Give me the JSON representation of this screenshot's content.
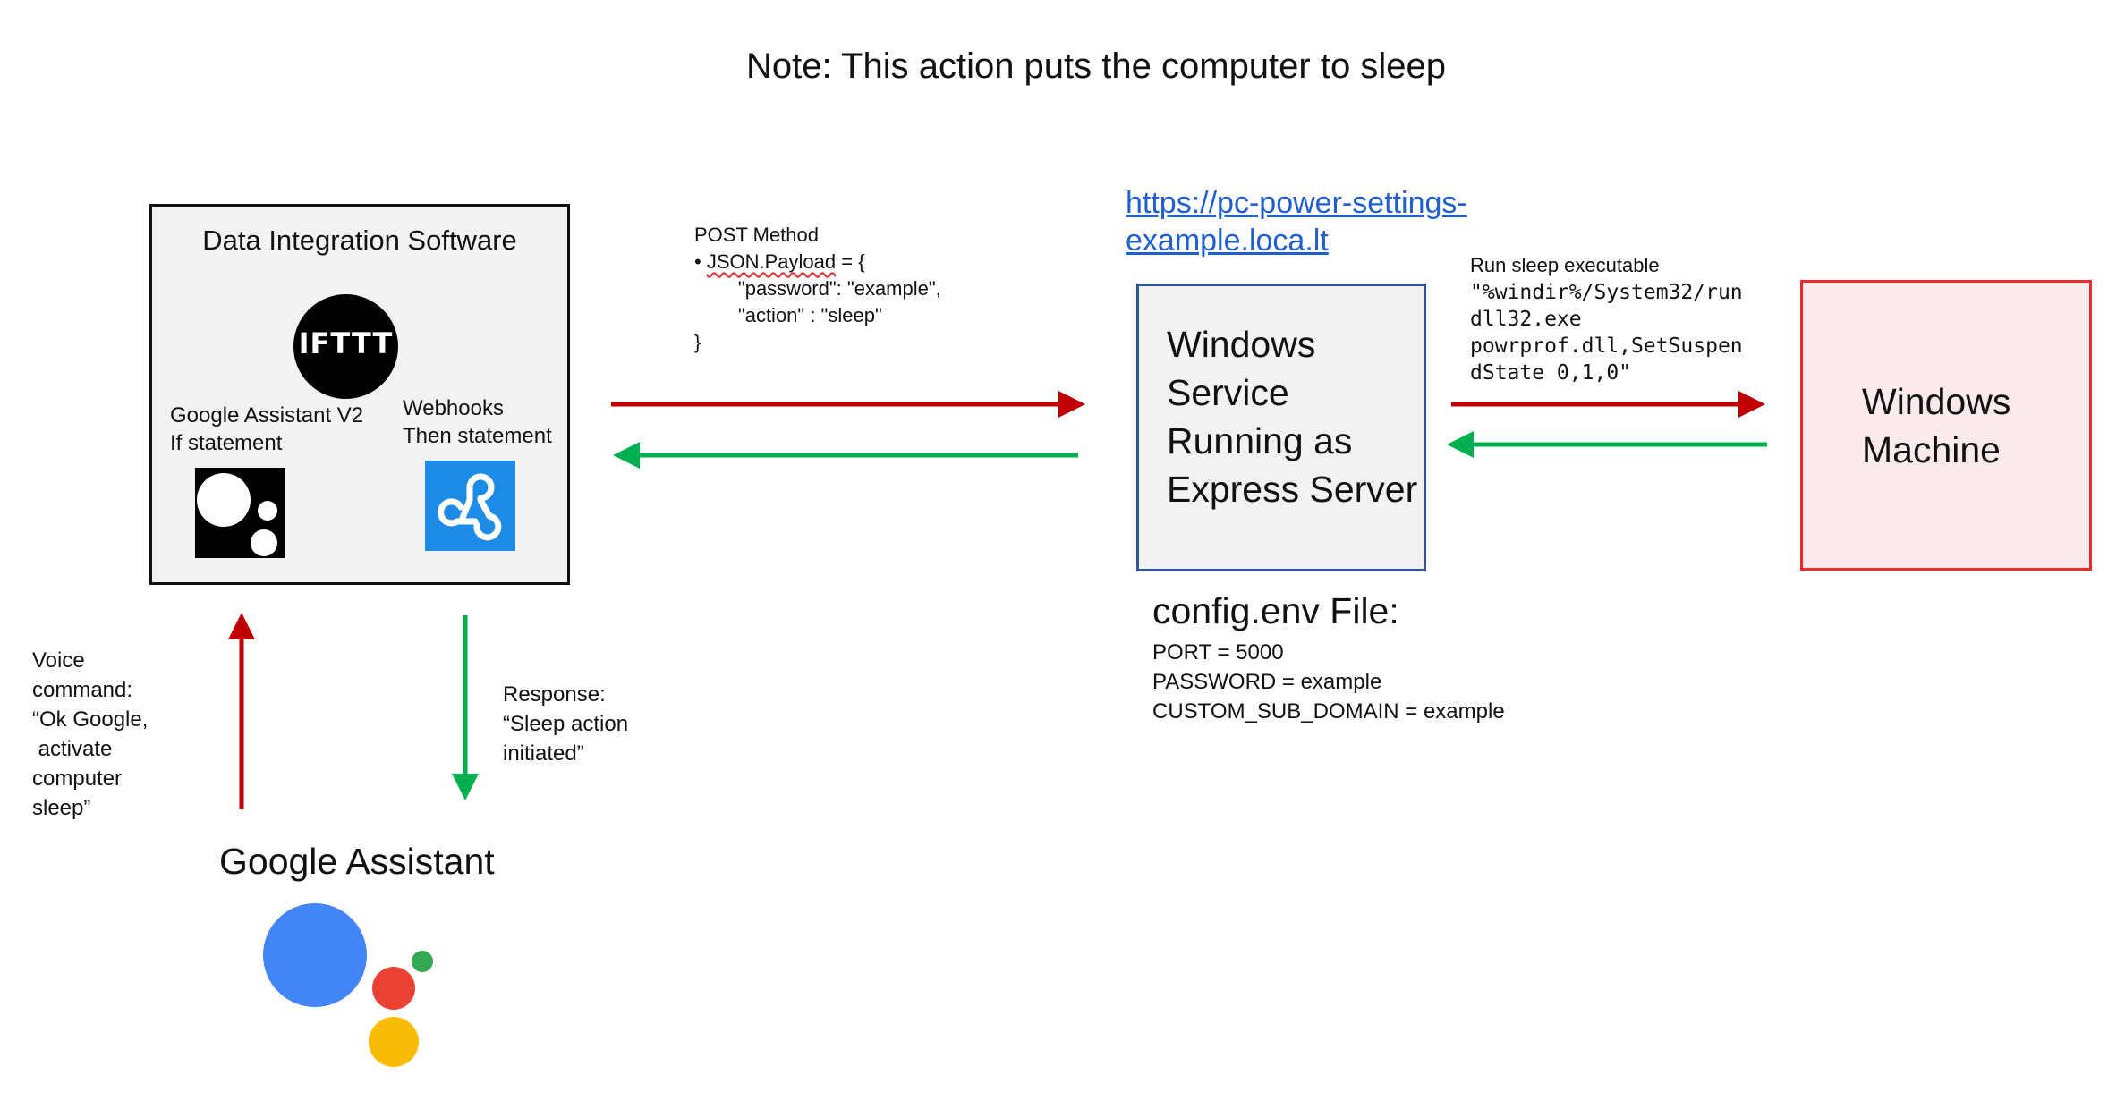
{
  "note": "Note: This action puts the computer to sleep",
  "data_integration": {
    "title": "Data Integration Software",
    "ifttt_logo_text": "IFTTT",
    "trigger_label": "Google Assistant V2\nIf statement",
    "action_label": "Webhooks\nThen statement"
  },
  "request": {
    "method": "POST Method",
    "payload_bullet": "• ",
    "payload_key": "JSON.Payload",
    "payload_rest": " = {\n        \"password\": \"example\",\n        \"action\" : \"sleep\"\n}"
  },
  "service": {
    "url": "https://pc-power-settings-\nexample.loca.lt",
    "box_text": "Windows\nService\nRunning as\nExpress Server"
  },
  "sleep_command": {
    "title": "Run sleep executable",
    "command": "\"%windir%/System32/run\ndll32.exe\npowrprof.dll,SetSuspen\ndState 0,1,0\""
  },
  "machine": {
    "box_text": "Windows\nMachine"
  },
  "config": {
    "title": "config.env File:",
    "lines": "PORT = 5000\nPASSWORD = example\nCUSTOM_SUB_DOMAIN = example"
  },
  "voice_command": "Voice\ncommand:\n“Ok Google,\n activate\ncomputer\nsleep”",
  "response": "Response:\n“Sleep action\ninitiated”",
  "assistant_title": "Google Assistant",
  "colors": {
    "request_arrow": "#c00000",
    "response_arrow": "#00b050",
    "service_border": "#2f5597",
    "machine_border": "#e82c2c",
    "link": "#1f5fcf",
    "ga_blue": "#4285f4",
    "ga_red": "#ea4335",
    "ga_yellow": "#fbbc05",
    "ga_green": "#34a853",
    "webhook_bg": "#1e8be6"
  }
}
